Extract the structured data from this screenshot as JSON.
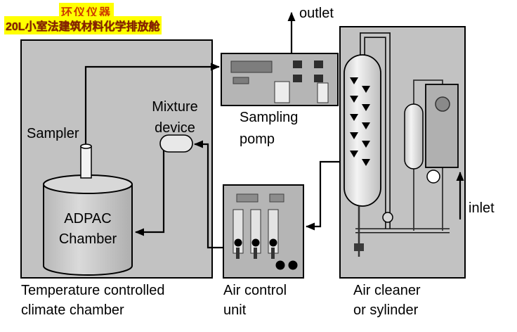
{
  "header": {
    "brand": "环仪仪器",
    "subtitle": "20L小室法建筑材料化学排放舱"
  },
  "components": {
    "climate_chamber": {
      "label_line1": "Temperature controlled",
      "label_line2": "climate chamber"
    },
    "adpac_chamber": {
      "label_line1": "ADPAC",
      "label_line2": "Chamber"
    },
    "sampler": {
      "label": "Sampler"
    },
    "mixture_device": {
      "label_line1": "Mixture",
      "label_line2": "device"
    },
    "sampling_pump": {
      "label_line1": "Sampling",
      "label_line2": "pomp"
    },
    "air_control_unit": {
      "label_line1": "Air control",
      "label_line2": "unit"
    },
    "air_cleaner": {
      "label_line1": "Air cleaner",
      "label_line2": "or sylinder"
    },
    "outlet": {
      "label": "outlet"
    },
    "inlet": {
      "label": "inlet"
    }
  },
  "colors": {
    "highlight": "#ffff00",
    "brand_text": "#cd3a00",
    "subtitle_text": "#8b2000",
    "box_fill": "#c2c2c2",
    "unit_fill": "#b5b5b5",
    "line": "#000000"
  }
}
